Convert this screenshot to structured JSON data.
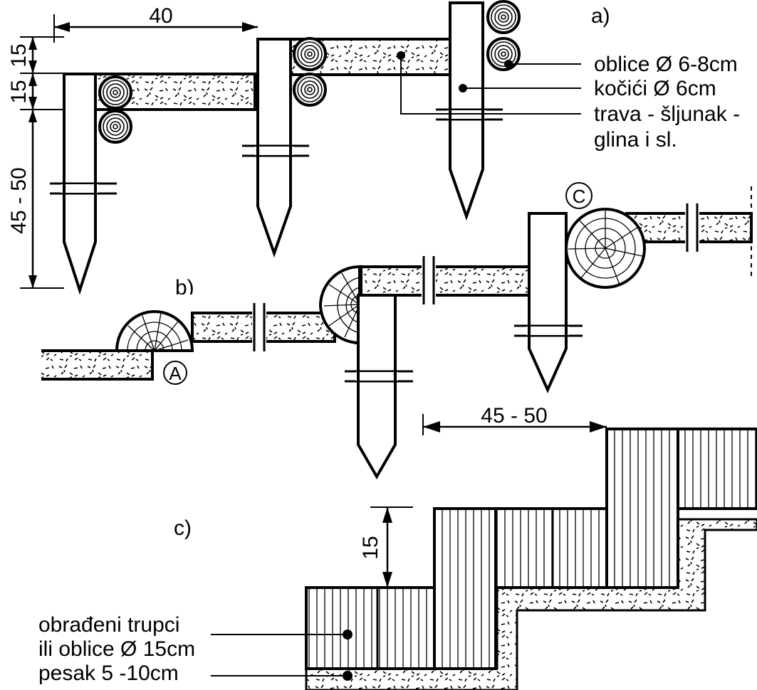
{
  "labels": {
    "section_a": "a)",
    "section_b": "b)",
    "section_c": "c)",
    "marker_a": "A",
    "marker_c": "C"
  },
  "callouts_a": [
    "oblice Ø 6-8cm",
    "kočići Ø 6cm",
    "trava - šljunak -",
    "glina i sl."
  ],
  "callouts_c": [
    "obrađeni trupci",
    "ili oblice Ø 15cm",
    "pesak 5 -10cm"
  ],
  "dimensions": {
    "a_width": "40",
    "a_rise_top": "15",
    "a_rise_bottom": "15",
    "a_stake_depth": "45 - 50",
    "c_tread": "45 - 50",
    "c_rise": "15"
  }
}
